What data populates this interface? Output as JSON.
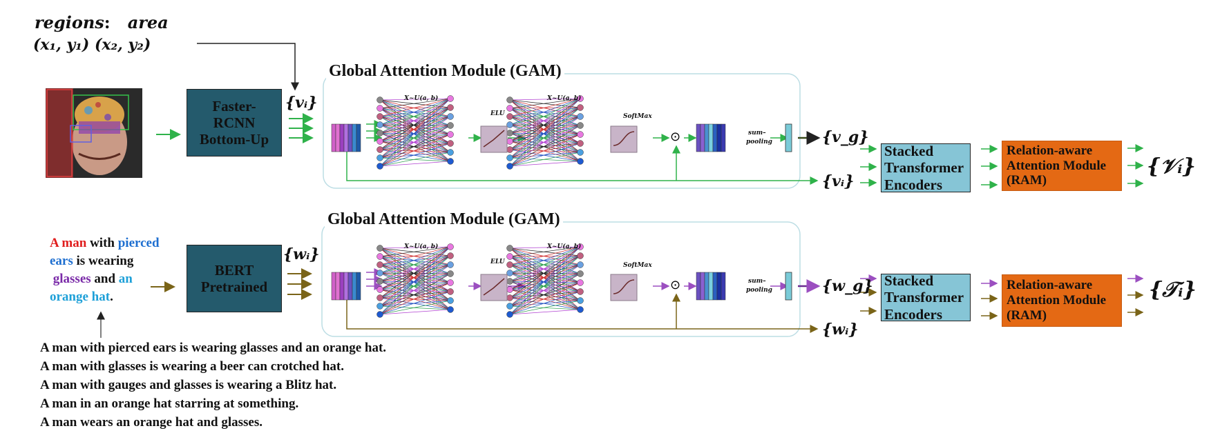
{
  "region_label": {
    "line1_a": "regions",
    "line1_b": "area",
    "line2": "(x₁, y₁) (x₂, y₂)"
  },
  "gam_title": "Global Attention Module (GAM)",
  "faster_rcnn": {
    "l1": "Faster-",
    "l2": "RCNN",
    "l3": "Bottom-Up"
  },
  "bert": {
    "l1": "BERT",
    "l2": "Pretrained"
  },
  "math": {
    "vi": "{vᵢ}",
    "vg": "{v_g}",
    "wi": "{wᵢ}",
    "wg": "{w_g}",
    "V": "{𝒱ᵢ}",
    "T": "{𝒯ᵢ}"
  },
  "layer_labels": {
    "uniform": "X~U(a, b)",
    "elu": "ELU",
    "softmax": "SoftMax",
    "sum": "sum–",
    "pool": "pooling",
    "odot": "⊙"
  },
  "stacked": {
    "l1": "Stacked",
    "l2": "Transformer",
    "l3": "Encoders"
  },
  "ram": {
    "l1": "Relation-aware",
    "l2": "Attention Module",
    "l3": "(RAM)"
  },
  "sentence": {
    "a_man": "A man",
    "with": "with",
    "pierced": "pierced",
    "ears": "ears",
    "is_wearing": "is wearing",
    "glasses": "glasses",
    "and": "and",
    "an": "an",
    "orange_hat": "orange hat",
    "period": "."
  },
  "captions": [
    "A man with pierced ears is wearing glasses and an orange hat.",
    "A man with glasses is wearing a beer can crotched hat.",
    "A man with gauges and glasses is wearing a Blitz hat.",
    "A man in an orange hat starring at something.",
    "A man wears an orange hat and glasses."
  ],
  "colors": {
    "green": "#2fb24a",
    "olive": "#7a6418",
    "purple": "#9b4fc0",
    "teal": "#245a6c",
    "orange": "#e46914",
    "light_teal": "#86c5d6"
  }
}
